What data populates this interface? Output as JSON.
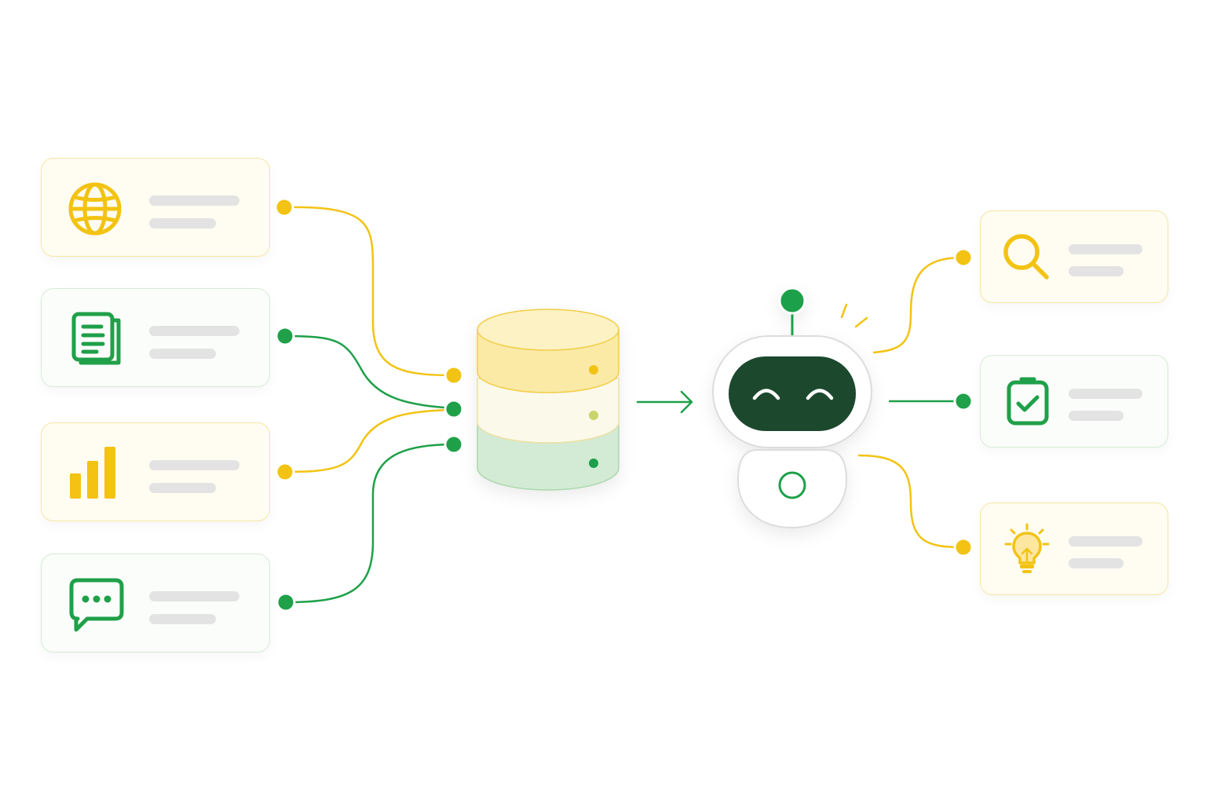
{
  "colors": {
    "yellow": "#f2c312",
    "green": "#1fa049",
    "robot_face": "#1e4a2f",
    "card_yellow_bg": "#fffcf1",
    "card_green_bg": "#fbfdfa",
    "placeholder_bar": "#e3e3e3"
  },
  "sources": [
    {
      "icon": "globe-icon",
      "color": "yellow"
    },
    {
      "icon": "document-icon",
      "color": "green"
    },
    {
      "icon": "bar-chart-icon",
      "color": "yellow"
    },
    {
      "icon": "chat-bubble-icon",
      "color": "green"
    }
  ],
  "hub": {
    "icon": "database-icon",
    "layers": [
      "yellow",
      "cream",
      "green"
    ]
  },
  "agent": {
    "icon": "robot-icon",
    "expression": "smiling"
  },
  "outputs": [
    {
      "icon": "search-icon",
      "color": "yellow"
    },
    {
      "icon": "checkbox-icon",
      "color": "green"
    },
    {
      "icon": "lightbulb-icon",
      "color": "yellow"
    }
  ]
}
